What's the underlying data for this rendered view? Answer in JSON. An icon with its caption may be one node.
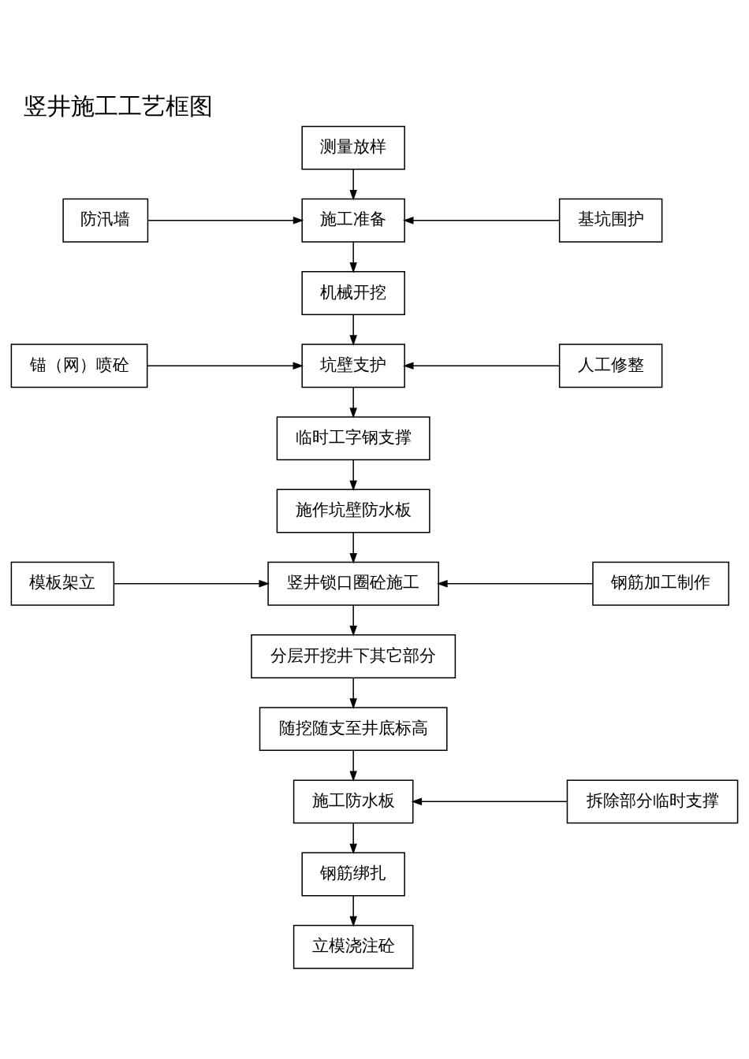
{
  "diagram": {
    "title": "竖井施工工艺框图",
    "nodes": [
      {
        "text": [
          "测量放样"
        ]
      },
      {
        "text": [
          "防汛墙"
        ]
      },
      {
        "text": [
          "施工准备"
        ]
      },
      {
        "text": [
          "基坑围护"
        ]
      },
      {
        "text": [
          "机械开挖"
        ]
      },
      {
        "text": [
          "锚（网）喷砼"
        ]
      },
      {
        "text": [
          "坑壁支护"
        ]
      },
      {
        "text": [
          "人工修整"
        ]
      },
      {
        "text": [
          "临时工字钢支撑"
        ]
      },
      {
        "text": [
          "施作坑壁防水板"
        ]
      },
      {
        "text": [
          "模板架立"
        ]
      },
      {
        "text": [
          "竖井锁口圈砼施工"
        ]
      },
      {
        "text": [
          "钢筋加工制作"
        ]
      },
      {
        "text": [
          "分层开挖井下其它部分"
        ]
      },
      {
        "text": [
          "随挖随支至井底标高"
        ]
      },
      {
        "text": [
          "施工防水板"
        ]
      },
      {
        "text": [
          "拆除部分临时支撑"
        ]
      },
      {
        "text": [
          "钢筋绑扎"
        ]
      },
      {
        "text": [
          "立模浇注砼"
        ]
      }
    ],
    "edges": [
      {
        "from": 0,
        "to": 2,
        "arrow": "to"
      },
      {
        "from": 1,
        "to": 2,
        "arrow": "to"
      },
      {
        "from": 3,
        "to": 2,
        "arrow": "to"
      },
      {
        "from": 2,
        "to": 4,
        "arrow": "to"
      },
      {
        "from": 4,
        "to": 6,
        "arrow": "to"
      },
      {
        "from": 5,
        "to": 6,
        "arrow": "to"
      },
      {
        "from": 7,
        "to": 6,
        "arrow": "to"
      },
      {
        "from": 6,
        "to": 8,
        "arrow": "to"
      },
      {
        "from": 8,
        "to": 9,
        "arrow": "to"
      },
      {
        "from": 9,
        "to": 11,
        "arrow": "to"
      },
      {
        "from": 10,
        "to": 11,
        "arrow": "to"
      },
      {
        "from": 12,
        "to": 11,
        "arrow": "to"
      },
      {
        "from": 11,
        "to": 13,
        "arrow": "to"
      },
      {
        "from": 13,
        "to": 14,
        "arrow": "to"
      },
      {
        "from": 14,
        "to": 15,
        "arrow": "to"
      },
      {
        "from": 16,
        "to": 15,
        "arrow": "to"
      },
      {
        "from": 15,
        "to": 17,
        "arrow": "to"
      },
      {
        "from": 17,
        "to": 18,
        "arrow": "to"
      }
    ]
  }
}
